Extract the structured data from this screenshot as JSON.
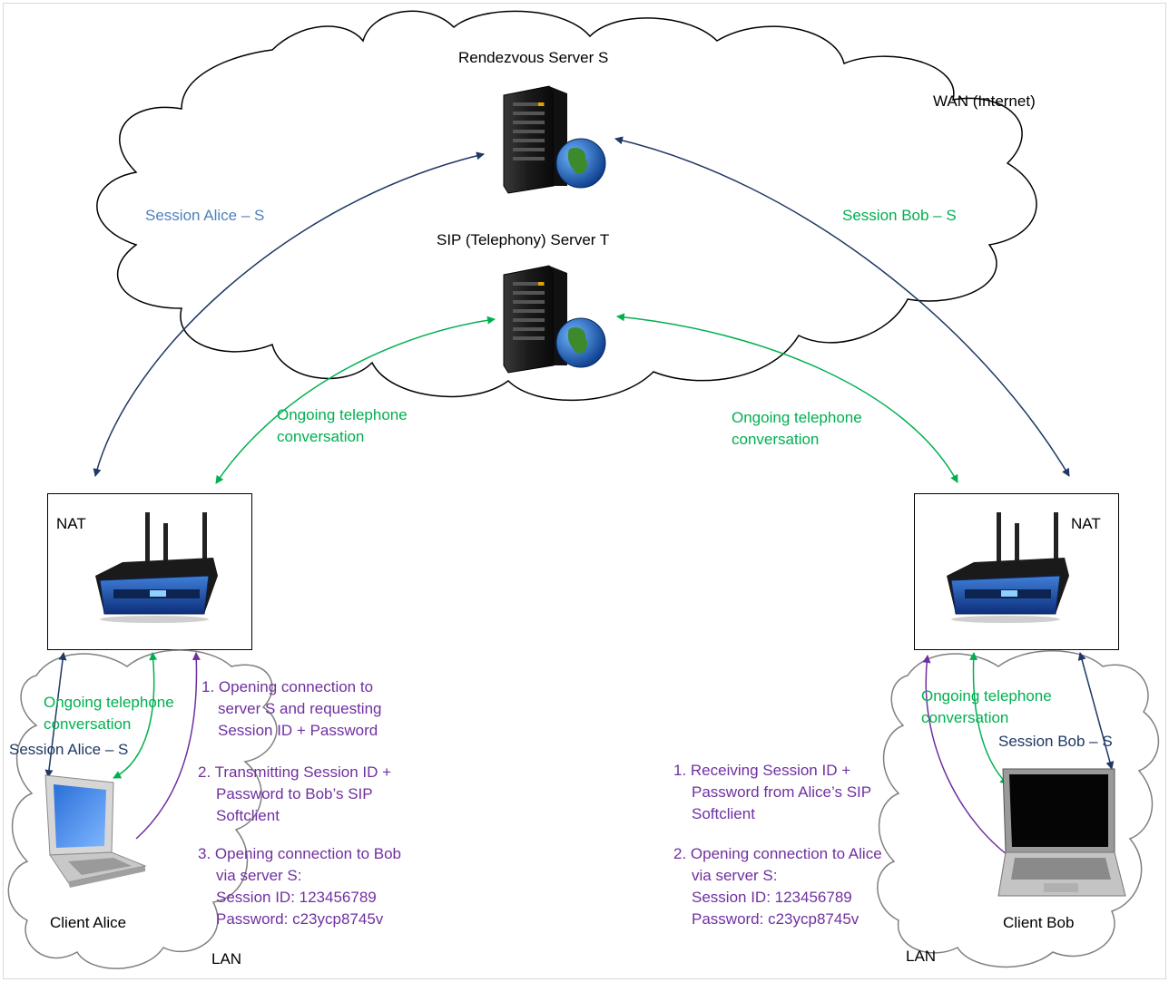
{
  "wan": {
    "label": "WAN (Internet)"
  },
  "lan": {
    "left_label": "LAN",
    "right_label": "LAN"
  },
  "servers": {
    "rendezvous": {
      "label": "Rendezvous Server S",
      "icon": "server-tower-globe-icon"
    },
    "sip": {
      "label": "SIP (Telephony) Server T",
      "icon": "server-tower-globe-icon"
    }
  },
  "nat": {
    "left_label": "NAT",
    "right_label": "NAT",
    "icon": "wireless-router-icon"
  },
  "sessions": {
    "alice_s_wan": "Session Alice – S",
    "bob_s_wan": "Session Bob – S",
    "alice_s_lan": "Session Alice – S",
    "bob_s_lan": "Session Bob – S"
  },
  "conversation": {
    "wan_left": [
      "Ongoing telephone",
      "conversation"
    ],
    "wan_right": [
      "Ongoing telephone",
      "conversation"
    ],
    "lan_left": [
      "Ongoing telephone",
      "conversation"
    ],
    "lan_right": [
      "Ongoing telephone",
      "conversation"
    ]
  },
  "clients": {
    "alice": {
      "label": "Client Alice",
      "icon": "laptop-icon"
    },
    "bob": {
      "label": "Client Bob",
      "icon": "laptop-icon"
    }
  },
  "alice_steps": [
    [
      "1. Opening connection to",
      "server S and requesting",
      "Session ID + Password"
    ],
    [
      "2. Transmitting Session ID +",
      "Password to Bob’s SIP",
      "Softclient"
    ],
    [
      "3. Opening connection to Bob",
      "via server S:",
      "Session ID: 123456789",
      "Password: c23ycp8745v"
    ]
  ],
  "bob_steps": [
    [
      "1. Receiving Session ID +",
      "Password from Alice’s SIP",
      "Softclient"
    ],
    [
      "2. Opening connection to Alice",
      "via server S:",
      "Session ID: 123456789",
      "Password: c23ycp8745v"
    ]
  ],
  "colors": {
    "green": "#00b050",
    "navy": "#1f3864",
    "steel": "#4f81bd",
    "purple": "#7030a0",
    "cloud_stroke": "#000000",
    "lan_stroke": "#808080"
  }
}
